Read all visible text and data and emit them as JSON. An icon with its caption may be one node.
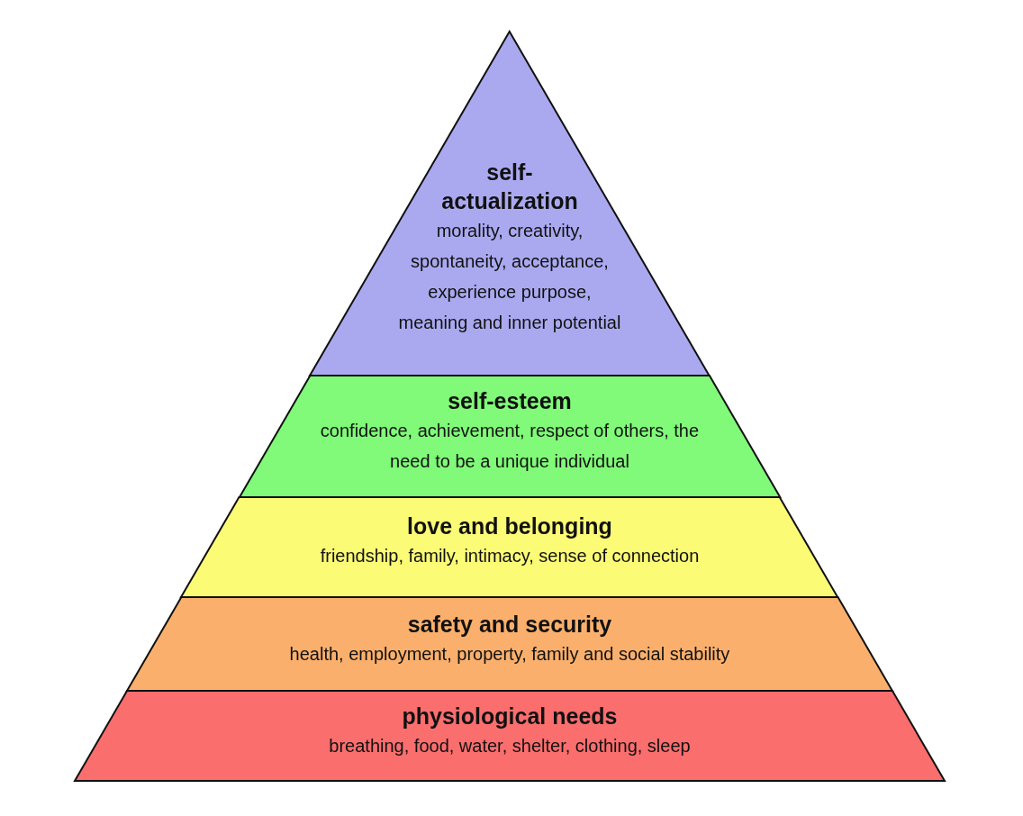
{
  "diagram": {
    "nodes": [
      {
        "text": [
          "self-actualization",
          "morality, creativity, spontaneity, acceptance, experience purpose, meaning and inner potential"
        ]
      },
      {
        "text": [
          "self-esteem",
          "confidence, achievement, respect of others, the need to be a unique individual"
        ]
      },
      {
        "text": [
          "love and belonging",
          "friendship, family, intimacy, sense of connection"
        ]
      },
      {
        "text": [
          "safety and security",
          "health, employment, property, family and social stability"
        ]
      },
      {
        "text": [
          "physiological needs",
          "breathing, food, water, shelter, clothing, sleep"
        ]
      }
    ]
  }
}
